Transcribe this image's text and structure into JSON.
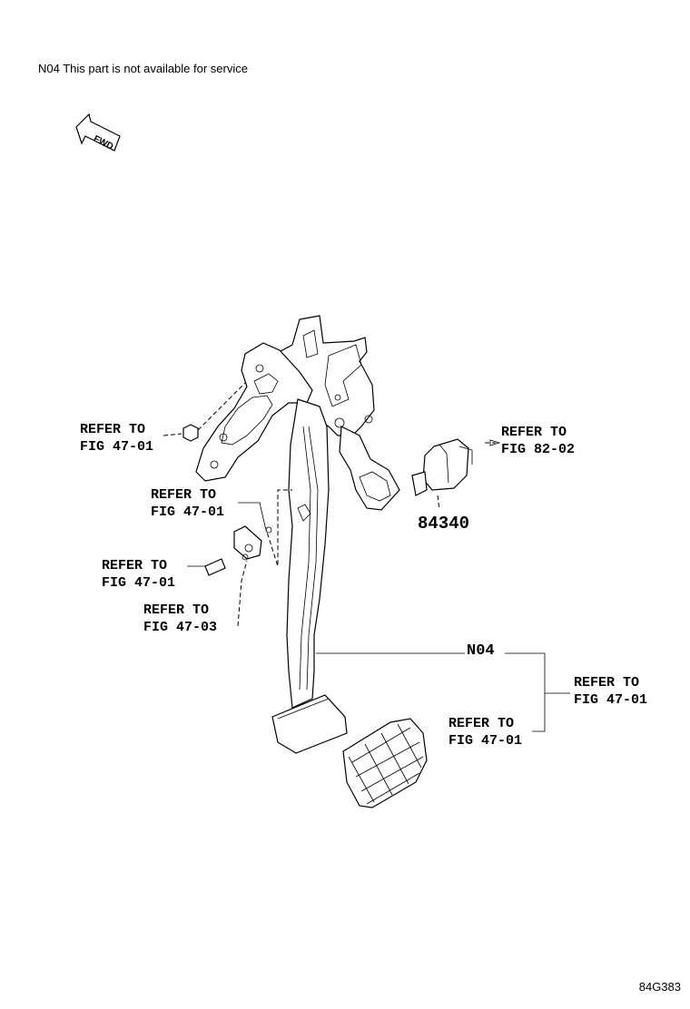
{
  "note": "N04 This part is not available for service",
  "fwd_label": "FWD",
  "labels": {
    "ref1": {
      "line1": "REFER TO",
      "line2": "FIG 47-01"
    },
    "ref2": {
      "line1": "REFER TO",
      "line2": "FIG 47-01"
    },
    "ref3": {
      "line1": "REFER TO",
      "line2": "FIG 47-01"
    },
    "ref4": {
      "line1": "REFER TO",
      "line2": "FIG 47-03"
    },
    "ref5": {
      "line1": "REFER TO",
      "line2": "FIG 82-02"
    },
    "ref6": {
      "line1": "REFER TO",
      "line2": "FIG 47-01"
    },
    "ref7": {
      "line1": "REFER TO",
      "line2": "FIG 47-01"
    }
  },
  "part_number": "84340",
  "callout_n04": "N04",
  "diagram_code": "84G383"
}
